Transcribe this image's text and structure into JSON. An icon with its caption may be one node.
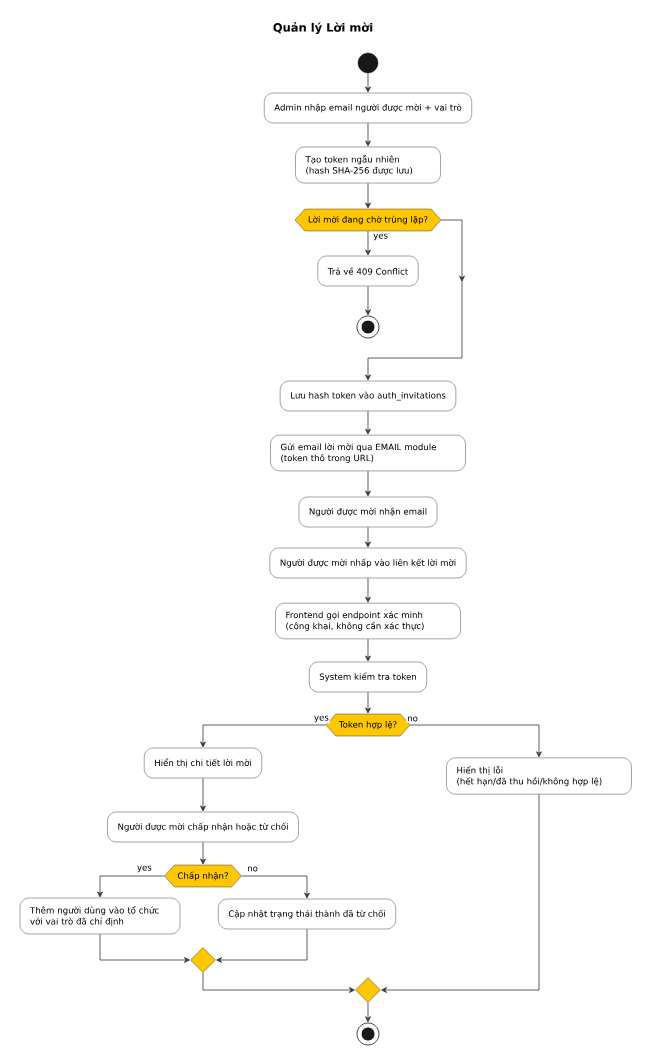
{
  "diagram": {
    "title": "Quản lý Lời mời",
    "nodes": [
      {
        "text": [],
        "shape": "circle"
      },
      {
        "text": [
          "Admin nhập email người được mời + vai trò"
        ]
      },
      {
        "text": [
          "Tạo token ngẫu nhiên (hash SHA-256 được lưu)"
        ]
      },
      {
        "text": [
          "Lời mời đang chờ trùng lặp?"
        ]
      },
      {
        "text": [
          "Trả về 409 Conflict"
        ]
      },
      {
        "text": [],
        "shape": "circle"
      },
      {
        "text": [
          "Lưu hash token vào auth_invitations"
        ]
      },
      {
        "text": [
          "Gửi email lời mời qua EMAIL module (token thô trong URL)"
        ]
      },
      {
        "text": [
          "Người được mời nhận email"
        ]
      },
      {
        "text": [
          "Người được mời nhấp vào liên kết lời mời"
        ]
      },
      {
        "text": [
          "Frontend gọi endpoint xác minh (công khai, không cần xác thực)"
        ]
      },
      {
        "text": [
          "System kiểm tra token"
        ]
      },
      {
        "text": [
          "Token hợp lệ?"
        ]
      },
      {
        "text": [
          "Hiển thị chi tiết lời mời"
        ]
      },
      {
        "text": [
          "Người được mời chấp nhận hoặc từ chối"
        ]
      },
      {
        "text": [
          "Chấp nhận?"
        ]
      },
      {
        "text": [
          "Thêm người dùng vào tổ chức với vai trò đã chỉ định"
        ]
      },
      {
        "text": [
          "Cập nhật trạng thái thành đã từ chối"
        ]
      },
      {
        "text": [],
        "shape": "diamond"
      },
      {
        "text": [
          "Hiển thị lỗi (hết hạn/đã thu hồi/không hợp lệ)"
        ]
      },
      {
        "text": [],
        "shape": "diamond"
      },
      {
        "text": [],
        "shape": "circle"
      }
    ],
    "edges": [
      {
        "from": 0,
        "to": 1,
        "arrow": "to"
      },
      {
        "from": 1,
        "to": 2,
        "arrow": "to"
      },
      {
        "from": 2,
        "to": 3,
        "arrow": "to"
      },
      {
        "from": 3,
        "to": 4,
        "arrow": "to",
        "label": "yes"
      },
      {
        "from": 4,
        "to": 5,
        "arrow": "to"
      },
      {
        "from": 3,
        "to": 6,
        "arrow": "to"
      },
      {
        "from": 6,
        "to": 7,
        "arrow": "to"
      },
      {
        "from": 7,
        "to": 8,
        "arrow": "to"
      },
      {
        "from": 8,
        "to": 9,
        "arrow": "to"
      },
      {
        "from": 9,
        "to": 10,
        "arrow": "to"
      },
      {
        "from": 10,
        "to": 11,
        "arrow": "to"
      },
      {
        "from": 11,
        "to": 12,
        "arrow": "to"
      },
      {
        "from": 12,
        "to": 13,
        "arrow": "to",
        "label": "yes"
      },
      {
        "from": 12,
        "to": 19,
        "arrow": "to",
        "label": "no"
      },
      {
        "from": 13,
        "to": 14,
        "arrow": "to"
      },
      {
        "from": 14,
        "to": 15,
        "arrow": "to"
      },
      {
        "from": 15,
        "to": 16,
        "arrow": "to",
        "label": "yes"
      },
      {
        "from": 15,
        "to": 17,
        "arrow": "to",
        "label": "no"
      },
      {
        "from": 16,
        "to": 18,
        "arrow": "to"
      },
      {
        "from": 17,
        "to": 18,
        "arrow": "to"
      },
      {
        "from": 18,
        "to": 20,
        "arrow": "to"
      },
      {
        "from": 19,
        "to": 20,
        "arrow": "to"
      },
      {
        "from": 20,
        "to": 21,
        "arrow": "to"
      }
    ]
  }
}
